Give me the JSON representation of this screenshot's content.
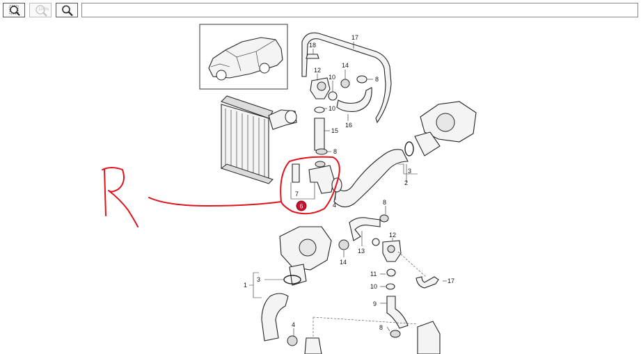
{
  "toolbar": {
    "zoom_in_icon": "zoom-in-magnifier-icon",
    "zoom_100_icon": "zoom-100-magnifier-icon",
    "zoom_100_label": "100%",
    "search_icon": "magnifier-icon",
    "address_value": ""
  },
  "diagram": {
    "callouts": {
      "c17_top": "17",
      "c18": "18",
      "c12_top": "12",
      "c14_top": "14",
      "c10_top_a": "10",
      "c8_top_a": "8",
      "c10_top_b": "10",
      "c16": "16",
      "c15": "15",
      "c8_top_b": "8",
      "c3_right": "3",
      "c2": "2",
      "c7": "7",
      "c6": "6",
      "c4_mid": "4",
      "c8_mid": "8",
      "c12_mid": "12",
      "c13": "13",
      "c14_mid": "14",
      "c11": "11",
      "c17_mid": "17",
      "c10_mid": "10",
      "c9": "9",
      "c1": "1",
      "c3_left": "3",
      "c8_low": "8",
      "c4_low": "4"
    },
    "annotation": {
      "letter_color": "#e0121b",
      "highlight_color": "#e0121b",
      "badge_color": "#c8102e"
    }
  }
}
